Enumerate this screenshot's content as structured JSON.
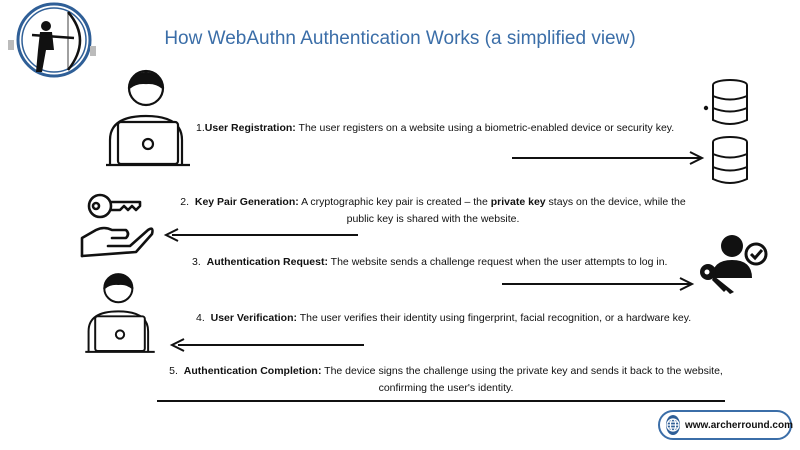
{
  "title": "How WebAuthn Authentication Works (a simplified view)",
  "steps": [
    {
      "num": "1.",
      "label": "User Registration:",
      "text": " The user registers on a website using a biometric-enabled device or security key."
    },
    {
      "num": "2.",
      "label": "Key Pair Generation:",
      "text_a": " A cryptographic key pair is created – the ",
      "bold_mid": "private key",
      "text_b": " stays on the device, while the",
      "text_line2": "public key is shared with the website."
    },
    {
      "num": "3.",
      "label": "Authentication Request:",
      "text": " The website sends a challenge request when the user attempts to log in."
    },
    {
      "num": "4.",
      "label": "User Verification:",
      "text": " The user verifies their identity using fingerprint, facial recognition, or a hardware key."
    },
    {
      "num": "5.",
      "label": "Authentication Completion:",
      "text": " The device signs the challenge using the private key and sends it back to the website,",
      "text_line2": "confirming the user's identity."
    }
  ],
  "footer": {
    "website": "www.archerround.com"
  },
  "colors": {
    "accent": "#3b6ea8",
    "ink": "#111111"
  },
  "icons": [
    "archer-logo-icon",
    "user-laptop-icon",
    "database-icon",
    "key-hand-icon",
    "user-check-key-icon",
    "globe-icon"
  ]
}
